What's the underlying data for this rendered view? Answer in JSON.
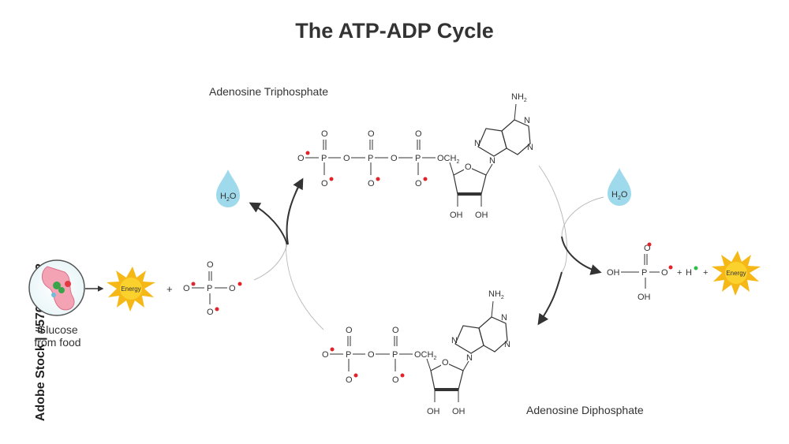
{
  "title": "The ATP-ADP Cycle",
  "atp_label": "Adenosine Triphosphate",
  "adp_label": "Adenosine Diphosphate",
  "glucose_label_line1": "Glucose",
  "glucose_label_line2": "from food",
  "energy_text": "Energy",
  "water": {
    "main": "H",
    "sub": "2",
    "tail": "O"
  },
  "atoms": {
    "O": "O",
    "P": "P",
    "OH": "OH",
    "N": "N",
    "NH": "NH",
    "NH_sub": "2",
    "OC": "OCH",
    "OC_sub": "2",
    "H": "H"
  },
  "plus": "+",
  "watermark": "Adobe Stock | #576606782",
  "colors": {
    "charge": "#e2232a",
    "proton": "#2fbf48",
    "drop": "#9fdaec",
    "sun": "#f5b817"
  }
}
